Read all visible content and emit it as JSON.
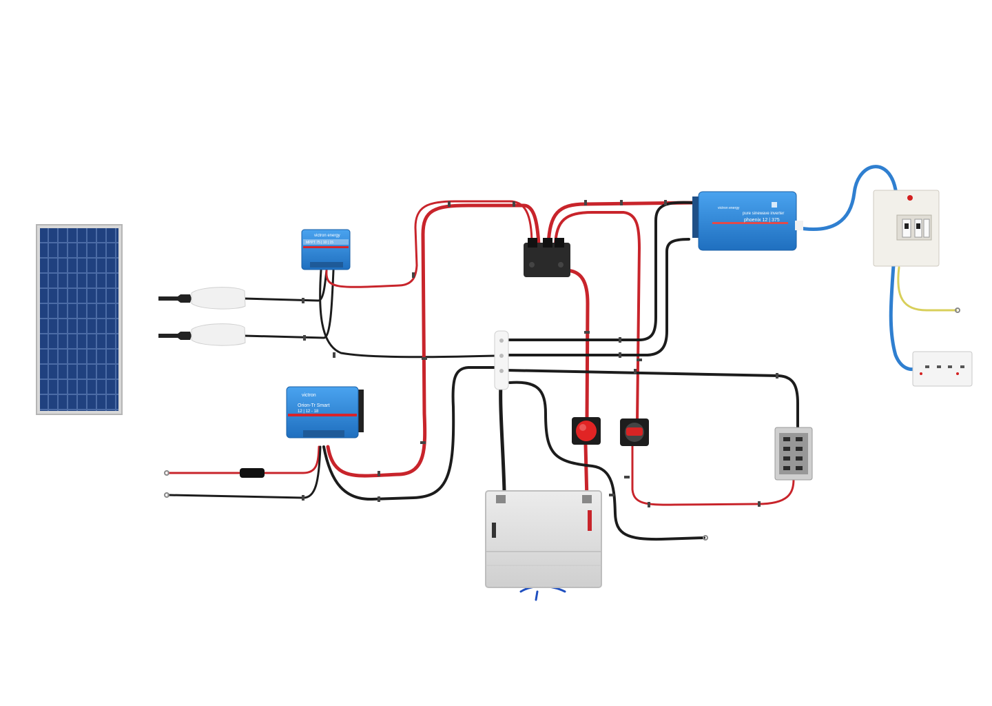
{
  "diagram": {
    "devices": {
      "mppt_controller": {
        "brand": "victron energy",
        "model_line": "MPPT 75 | 10 | 15"
      },
      "dc_dc_charger": {
        "brand": "victron",
        "model": "Orion-Tr Smart",
        "rating": "12 | 12 - 18"
      },
      "inverter": {
        "brand": "victron energy",
        "type": "pure sinewave inverter",
        "model": "phoenix 12 | 375"
      }
    },
    "colors": {
      "positive_wire": "#c8242b",
      "negative_wire": "#1c1c1c",
      "ac_wire": "#2f7fd0",
      "victron_blue": "#2a86d6",
      "solar_cell": "#1b3a74",
      "battery_case": "#dedede"
    },
    "icons": [
      "solar-panel",
      "mc4-connector",
      "busbar",
      "battery",
      "isolator-switch",
      "fuse-box",
      "consumer-unit",
      "wall-socket"
    ]
  }
}
